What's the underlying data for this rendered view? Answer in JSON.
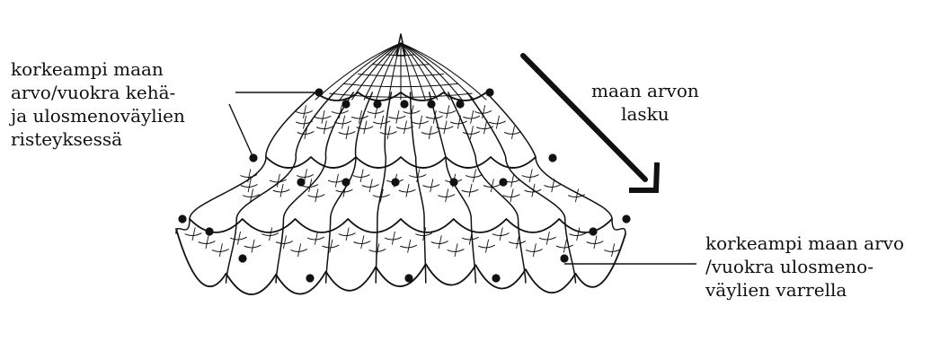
{
  "labels": {
    "top_left": [
      "korkeampi maan",
      "arvo/vuokra kehä-",
      "ja ulosmenoväylien",
      "risteyksessä"
    ],
    "arrow": [
      "maan arvon",
      "lasku"
    ],
    "bottom_right": [
      "korkeampi maan arvo",
      "/vuokra ulosmeno-",
      "väylien varrella"
    ]
  },
  "colors": {
    "ink": "#111111",
    "background": "#ffffff"
  }
}
